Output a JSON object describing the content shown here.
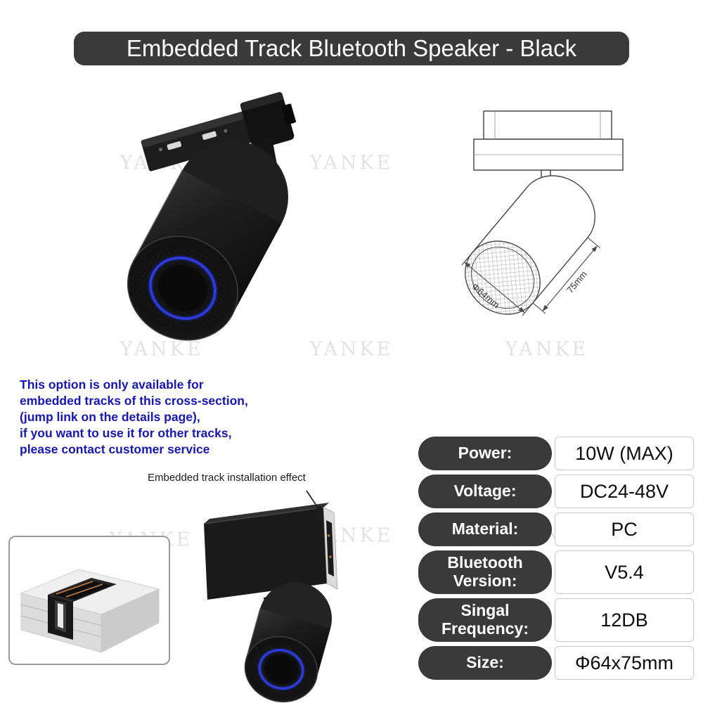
{
  "banner": {
    "title": "Embedded Track Bluetooth Speaker - Black"
  },
  "watermark": {
    "text": "YANKE"
  },
  "note": {
    "lines": [
      "This option is only available for",
      "embedded tracks of this cross-section,",
      "(jump link on the details page),",
      "if you want to use it for other tracks,",
      "please contact customer service"
    ]
  },
  "installation": {
    "caption": "Embedded track installation effect"
  },
  "dimension_drawing": {
    "diameter_label": "Φ64mm",
    "length_label": "75mm"
  },
  "specs": {
    "rows": [
      {
        "label": "Power:",
        "value": "10W (MAX)"
      },
      {
        "label": "Voltage:",
        "value": "DC24-48V"
      },
      {
        "label": "Material:",
        "value": "PC"
      },
      {
        "label": "Bluetooth Version:",
        "value": "V5.4"
      },
      {
        "label": "Singal Frequency:",
        "value": "12DB"
      },
      {
        "label": "Size:",
        "value": "Φ64x75mm"
      }
    ]
  },
  "colors": {
    "banner_bg": "#3a3a3a",
    "spec_label_bg": "#3a3a3a",
    "note_text": "#1717b5",
    "speaker_ring_blue": "#2d3ad8",
    "copper_contact": "#c4803c",
    "watermark_gray": "#cccccc"
  }
}
